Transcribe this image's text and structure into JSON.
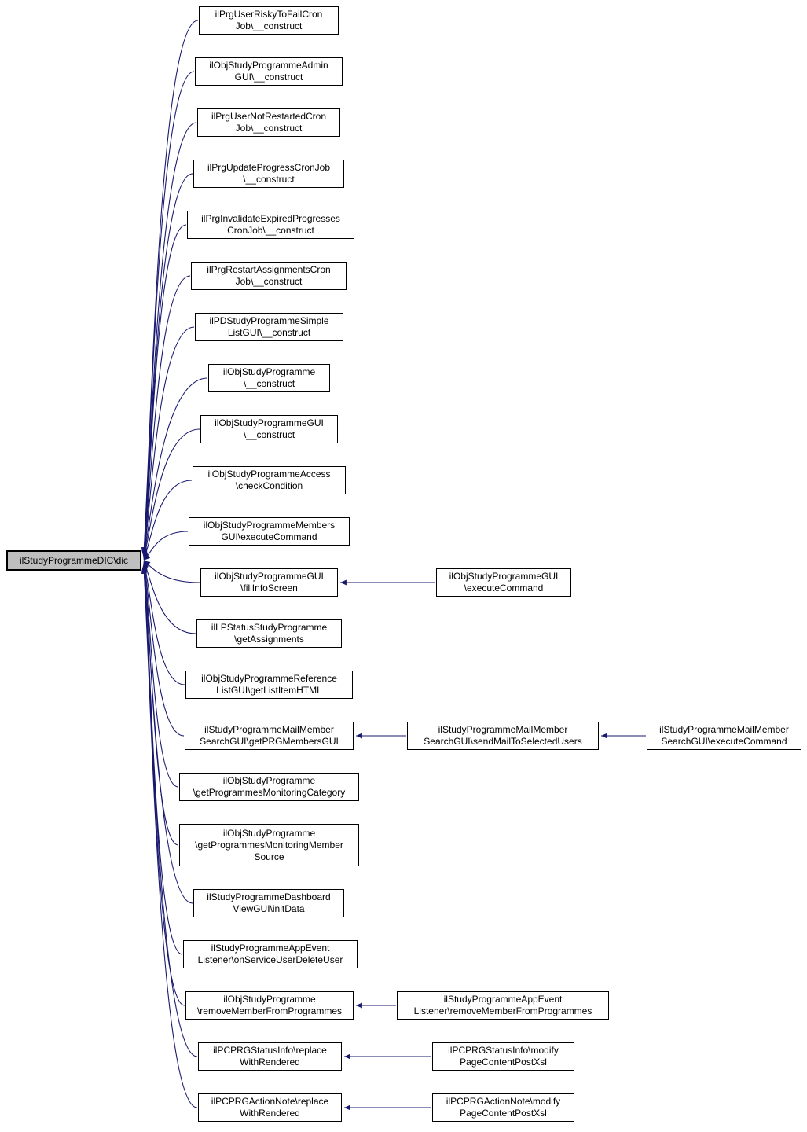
{
  "diagram": {
    "type": "caller-graph",
    "colors": {
      "edge": "#191970",
      "node_border": "#000000",
      "root_fill": "#bfbfbf",
      "node_fill": "#ffffff"
    },
    "nodes": {
      "root": {
        "label": "ilStudyProgrammeDIC\\dic"
      },
      "n1": {
        "label": "ilPrgUserRiskyToFailCron\nJob\\__construct"
      },
      "n2": {
        "label": "ilObjStudyProgrammeAdmin\nGUI\\__construct"
      },
      "n3": {
        "label": "ilPrgUserNotRestartedCron\nJob\\__construct"
      },
      "n4": {
        "label": "ilPrgUpdateProgressCronJob\n\\__construct"
      },
      "n5": {
        "label": "ilPrgInvalidateExpiredProgresses\nCronJob\\__construct"
      },
      "n6": {
        "label": "ilPrgRestartAssignmentsCron\nJob\\__construct"
      },
      "n7": {
        "label": "ilPDStudyProgrammeSimple\nListGUI\\__construct"
      },
      "n8": {
        "label": "ilObjStudyProgramme\n\\__construct"
      },
      "n9": {
        "label": "ilObjStudyProgrammeGUI\n\\__construct"
      },
      "n10": {
        "label": "ilObjStudyProgrammeAccess\n\\checkCondition"
      },
      "n11": {
        "label": "ilObjStudyProgrammeMembers\nGUI\\executeCommand"
      },
      "n12": {
        "label": "ilObjStudyProgrammeGUI\n\\fillInfoScreen"
      },
      "n13": {
        "label": "ilLPStatusStudyProgramme\n\\getAssignments"
      },
      "n14": {
        "label": "ilObjStudyProgrammeReference\nListGUI\\getListItemHTML"
      },
      "n15": {
        "label": "ilStudyProgrammeMailMember\nSearchGUI\\getPRGMembersGUI"
      },
      "n16": {
        "label": "ilObjStudyProgramme\n\\getProgrammesMonitoringCategory"
      },
      "n17": {
        "label": "ilObjStudyProgramme\n\\getProgrammesMonitoringMember\nSource"
      },
      "n18": {
        "label": "ilStudyProgrammeDashboard\nViewGUI\\initData"
      },
      "n19": {
        "label": "ilStudyProgrammeAppEvent\nListener\\onServiceUserDeleteUser"
      },
      "n20": {
        "label": "ilObjStudyProgramme\n\\removeMemberFromProgrammes"
      },
      "n21": {
        "label": "ilPCPRGStatusInfo\\replace\nWithRendered"
      },
      "n22": {
        "label": "ilPCPRGActionNote\\replace\nWithRendered"
      },
      "m1": {
        "label": "ilObjStudyProgrammeGUI\n\\executeCommand"
      },
      "m2": {
        "label": "ilStudyProgrammeMailMember\nSearchGUI\\sendMailToSelectedUsers"
      },
      "m3": {
        "label": "ilStudyProgrammeAppEvent\nListener\\removeMemberFromProgrammes"
      },
      "m4": {
        "label": "ilPCPRGStatusInfo\\modify\nPageContentPostXsl"
      },
      "m5": {
        "label": "ilPCPRGActionNote\\modify\nPageContentPostXsl"
      },
      "r1": {
        "label": "ilStudyProgrammeMailMember\nSearchGUI\\executeCommand"
      }
    },
    "edges": [
      {
        "from": "n1",
        "to": "root"
      },
      {
        "from": "n2",
        "to": "root"
      },
      {
        "from": "n3",
        "to": "root"
      },
      {
        "from": "n4",
        "to": "root"
      },
      {
        "from": "n5",
        "to": "root"
      },
      {
        "from": "n6",
        "to": "root"
      },
      {
        "from": "n7",
        "to": "root"
      },
      {
        "from": "n8",
        "to": "root"
      },
      {
        "from": "n9",
        "to": "root"
      },
      {
        "from": "n10",
        "to": "root"
      },
      {
        "from": "n11",
        "to": "root"
      },
      {
        "from": "n12",
        "to": "root"
      },
      {
        "from": "n13",
        "to": "root"
      },
      {
        "from": "n14",
        "to": "root"
      },
      {
        "from": "n15",
        "to": "root"
      },
      {
        "from": "n16",
        "to": "root"
      },
      {
        "from": "n17",
        "to": "root"
      },
      {
        "from": "n18",
        "to": "root"
      },
      {
        "from": "n19",
        "to": "root"
      },
      {
        "from": "n20",
        "to": "root"
      },
      {
        "from": "n21",
        "to": "root"
      },
      {
        "from": "n22",
        "to": "root"
      },
      {
        "from": "m1",
        "to": "n12"
      },
      {
        "from": "m2",
        "to": "n15"
      },
      {
        "from": "r1",
        "to": "m2"
      },
      {
        "from": "m3",
        "to": "n20"
      },
      {
        "from": "m4",
        "to": "n21"
      },
      {
        "from": "m5",
        "to": "n22"
      }
    ]
  }
}
